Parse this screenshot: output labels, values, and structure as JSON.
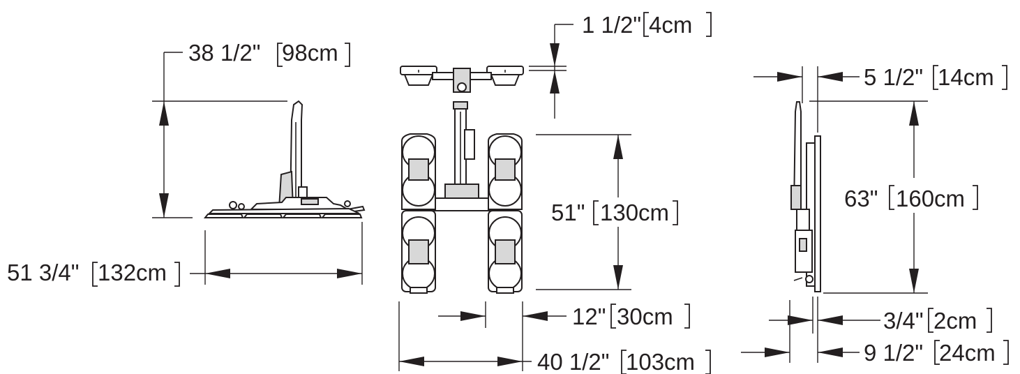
{
  "dimensions": {
    "side_width": {
      "imperial": "38 1/2\"",
      "metric": "98cm"
    },
    "side_length": {
      "imperial": "51 3/4\"",
      "metric": "132cm"
    },
    "top_thickness": {
      "imperial": "1 1/2\"",
      "metric": "4cm"
    },
    "front_height": {
      "imperial": "51\"",
      "metric": "130cm"
    },
    "front_gap": {
      "imperial": "12\"",
      "metric": "30cm"
    },
    "front_width": {
      "imperial": "40 1/2\"",
      "metric": "103cm"
    },
    "profile_top": {
      "imperial": "5 1/2\"",
      "metric": "14cm"
    },
    "profile_height": {
      "imperial": "63\"",
      "metric": "160cm"
    },
    "profile_pad": {
      "imperial": "3/4\"",
      "metric": "2cm"
    },
    "profile_depth": {
      "imperial": "9 1/2\"",
      "metric": "24cm"
    }
  },
  "colors": {
    "line": "#231f20",
    "background": "#ffffff"
  }
}
